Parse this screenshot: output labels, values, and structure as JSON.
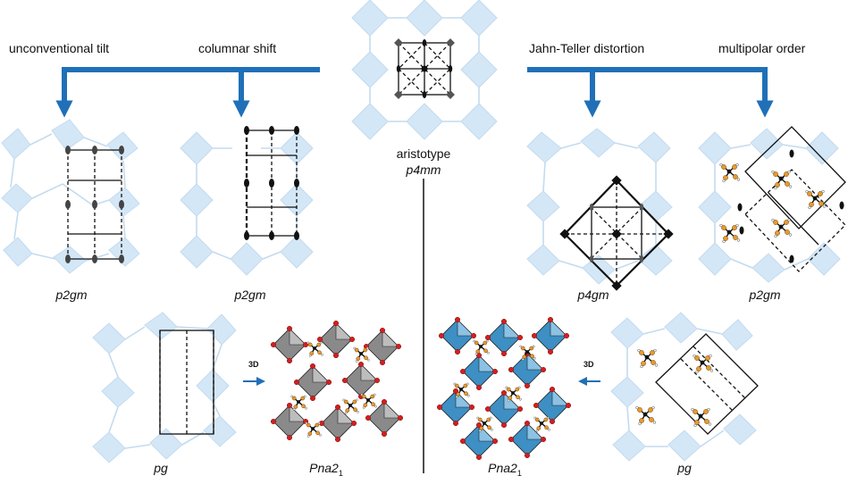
{
  "labels": {
    "unconventional_tilt": "unconventional tilt",
    "columnar_shift": "columnar shift",
    "jahn_teller": "Jahn-Teller distortion",
    "multipolar": "multipolar order",
    "aristotype_word": "aristotype",
    "aristotype_group": "p4mm",
    "group_p2gm_1": "p2gm",
    "group_p2gm_2": "p2gm",
    "group_p4gm": "p4gm",
    "group_p2gm_3": "p2gm",
    "group_pg_left": "pg",
    "group_pg_right": "pg",
    "pna21_left_main": "Pna2",
    "pna21_left_sub": "1",
    "pna21_right_main": "Pna2",
    "pna21_right_sub": "1",
    "tag_3d_left": "3D",
    "tag_3d_right": "3D"
  },
  "colors": {
    "arrow_blue": "#1f70b8",
    "tile_blue": "#d4e7f7",
    "tile_edge": "#c3dbef",
    "octa_grey": "#8a8a8a",
    "octa_blue": "#3d8fc4",
    "oxygen_red": "#d21f1f",
    "carbon_orange": "#e89a2c",
    "symmetry_black": "#111111"
  }
}
